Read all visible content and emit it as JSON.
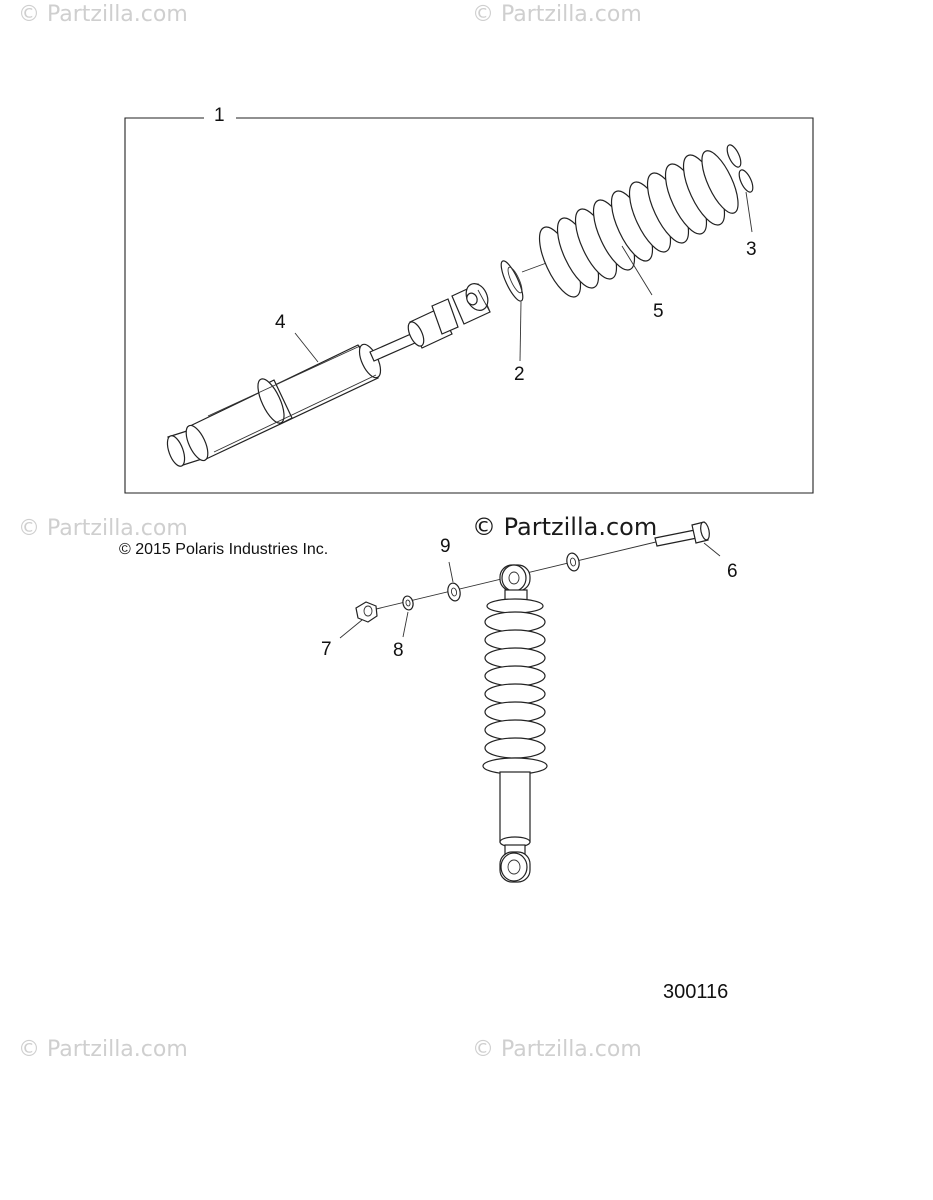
{
  "watermarks": {
    "top_left": "© Partzilla.com",
    "top_center": "© Partzilla.com",
    "mid_left": "© Partzilla.com",
    "center": "© Partzilla.com",
    "bottom_left": "© Partzilla.com",
    "bottom_center": "© Partzilla.com"
  },
  "copyright": "© 2015 Polaris Industries Inc.",
  "document_number": "300116",
  "callouts": {
    "c1": "1",
    "c2": "2",
    "c3": "3",
    "c4": "4",
    "c5": "5",
    "c6": "6",
    "c7": "7",
    "c8": "8",
    "c9": "9"
  }
}
